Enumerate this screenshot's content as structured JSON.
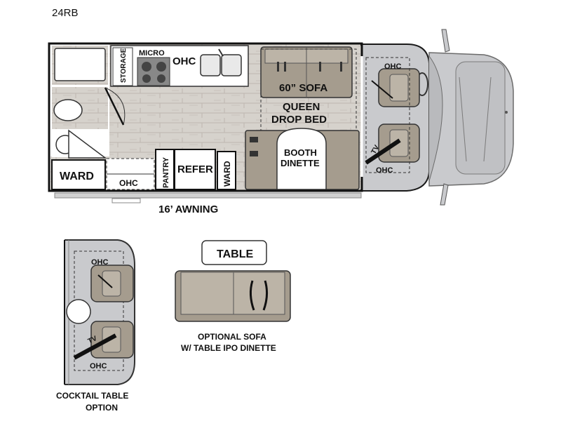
{
  "model": "24RB",
  "rooms": {
    "storage": "STORAGE",
    "micro": "MICRO",
    "ohc_kitchen": "OHC",
    "sofa": "60” SOFA",
    "queen_line1": "QUEEN",
    "queen_line2": "DROP BED",
    "booth_line1": "BOOTH",
    "booth_line2": "DINETTE",
    "ward_left": "WARD",
    "ohc_bottom": "OHC",
    "pantry": "PANTRY",
    "refer": "REFER",
    "ward_right": "WARD",
    "cab_ohc_top": "OHC",
    "cab_ohc_bottom": "OHC",
    "cab_tv": "TV"
  },
  "awning": "16’ AWNING",
  "cocktail": {
    "ohc_top": "OHC",
    "ohc_bottom": "OHC",
    "tv": "TV",
    "caption_line1": "COCKTAIL TABLE",
    "caption_line2": "OPTION"
  },
  "sofa_option": {
    "table_label": "TABLE",
    "caption_line1": "OPTIONAL SOFA",
    "caption_line2": "W/ TABLE IPO DINETTE"
  },
  "colors": {
    "wall": "#1a1a1a",
    "floor_wood": "#cfcac4",
    "upholstery": "#a59c8e",
    "cab_gray": "#c9cacd"
  }
}
